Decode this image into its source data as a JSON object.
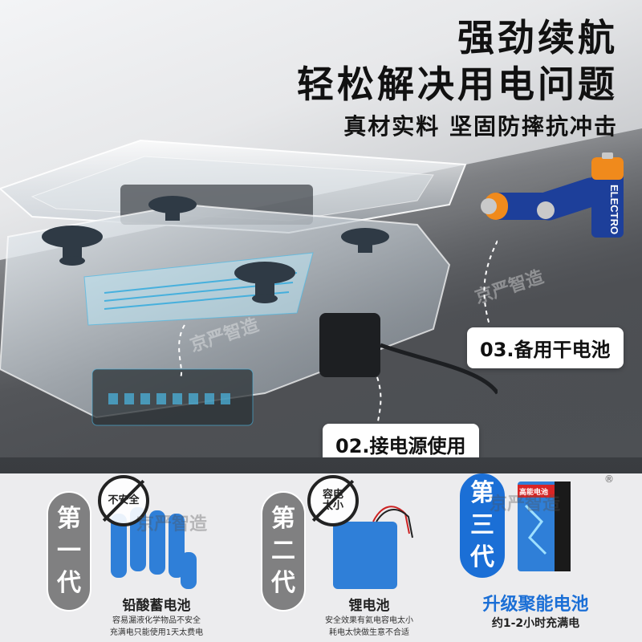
{
  "headline": {
    "line1": "强劲续航",
    "line2": "轻松解决用电问题",
    "line3": "真材实料 坚固防摔抗冲击"
  },
  "callouts": {
    "battery": "03.备用干电池",
    "power": "02.接电源使用"
  },
  "watermarks": [
    "京严智造",
    "京严智造",
    "京严智造",
    "京严智造"
  ],
  "battery_print": "ELECTRO",
  "generations": [
    {
      "label_chars": [
        "第",
        "一",
        "代"
      ],
      "badge": [
        "不安全"
      ],
      "name": "铅酸蓄电池",
      "note_lines": [
        "容易漏液化学物品不安全",
        "充满电只能使用1天太费电"
      ]
    },
    {
      "label_chars": [
        "第",
        "二",
        "代"
      ],
      "badge": [
        "容电",
        "太小"
      ],
      "name": "锂电池",
      "note_lines": [
        "安全效果有氦电容电太小",
        "耗电太快做生意不合适"
      ]
    },
    {
      "label_chars": [
        "第",
        "三",
        "代"
      ],
      "name": "升级聚能电池",
      "note_lines": [
        "约1-2小时充满电"
      ],
      "product_print": "高能电池"
    }
  ],
  "registered_mark": "®",
  "colors": {
    "accent_blue": "#1b6fd6",
    "battery_orange": "#f08a1c",
    "battery_blue": "#1d3f9a",
    "cell_blue": "#2f7fd8",
    "panel_dark": "#2f3236"
  }
}
